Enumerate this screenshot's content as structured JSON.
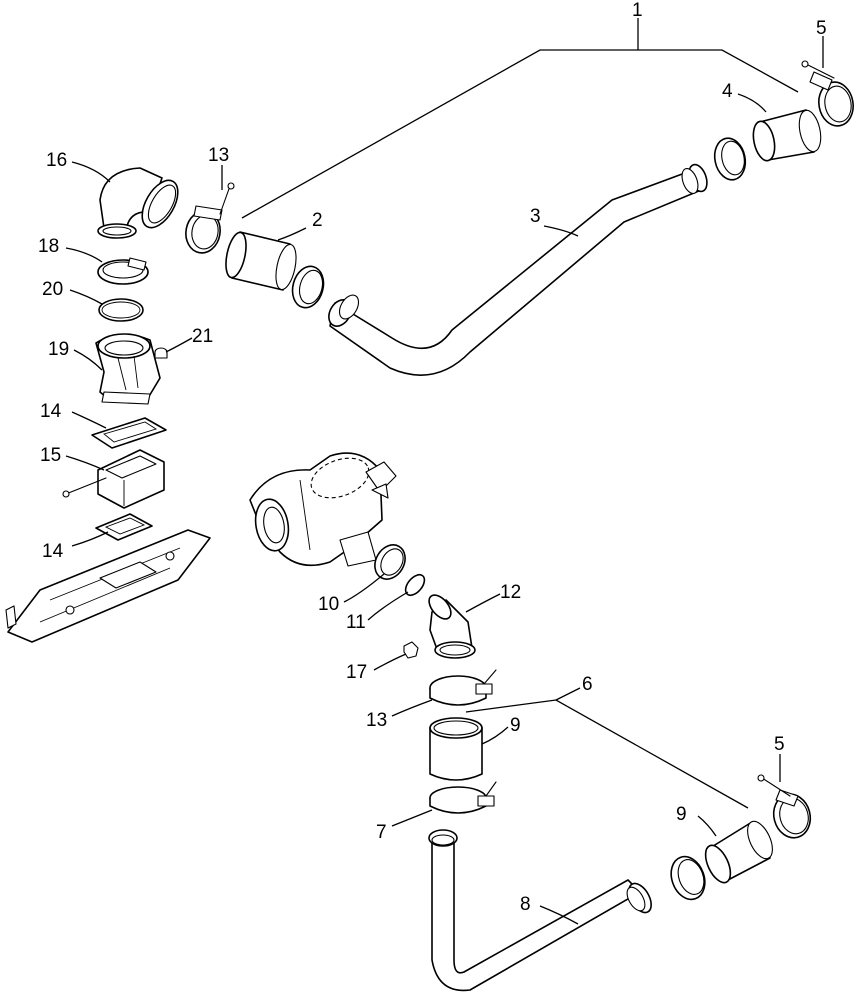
{
  "callouts": {
    "c1": "1",
    "c2": "2",
    "c3": "3",
    "c4": "4",
    "c5a": "5",
    "c5b": "5",
    "c6": "6",
    "c7": "7",
    "c8": "8",
    "c9a": "9",
    "c9b": "9",
    "c10": "10",
    "c11": "11",
    "c12": "12",
    "c13a": "13",
    "c13b": "13",
    "c14a": "14",
    "c14b": "14",
    "c15": "15",
    "c16": "16",
    "c17": "17",
    "c18": "18",
    "c19": "19",
    "c20": "20",
    "c21": "21"
  }
}
